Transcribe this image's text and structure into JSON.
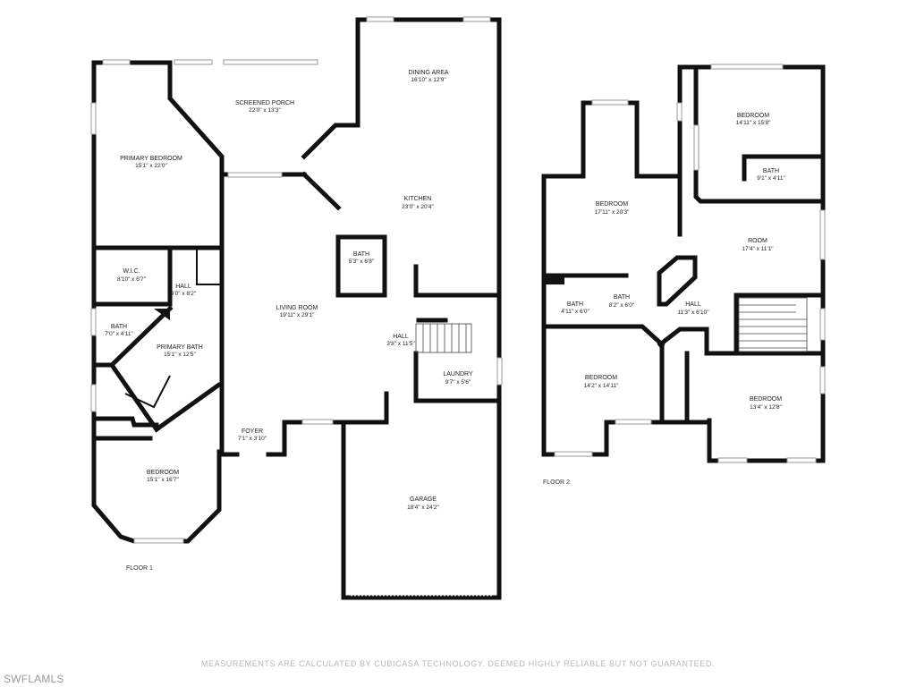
{
  "floors": [
    {
      "label": "FLOOR 1",
      "rooms": [
        {
          "id": "screened-porch",
          "name": "SCREENED PORCH",
          "dims": "22'0\" x 13'3\""
        },
        {
          "id": "dining-area",
          "name": "DINING AREA",
          "dims": "16'10\" x 12'9\""
        },
        {
          "id": "primary-bedroom",
          "name": "PRIMARY BEDROOM",
          "dims": "15'1\" x 22'0\""
        },
        {
          "id": "kitchen",
          "name": "KITCHEN",
          "dims": "23'0\" x 20'4\""
        },
        {
          "id": "bath-5-3",
          "name": "BATH",
          "dims": "5'3\" x 6'8\""
        },
        {
          "id": "wic",
          "name": "W.I.C.",
          "dims": "8'10\" x 6'7\""
        },
        {
          "id": "hall-6-0",
          "name": "HALL",
          "dims": "6'0\" x 8'2\""
        },
        {
          "id": "living-room",
          "name": "LIVING ROOM",
          "dims": "19'11\" x 29'1\""
        },
        {
          "id": "bath-7-0",
          "name": "BATH",
          "dims": "7'0\" x 4'11\""
        },
        {
          "id": "primary-bath",
          "name": "PRIMARY BATH",
          "dims": "15'1\" x 12'5\""
        },
        {
          "id": "hall-3-8",
          "name": "HALL",
          "dims": "3'8\" x 11'5\""
        },
        {
          "id": "laundry",
          "name": "LAUNDRY",
          "dims": "9'7\" x 5'6\""
        },
        {
          "id": "foyer",
          "name": "FOYER",
          "dims": "7'1\" x 3'10\""
        },
        {
          "id": "bedroom-15-1",
          "name": "BEDROOM",
          "dims": "15'1\" x 16'7\""
        },
        {
          "id": "garage",
          "name": "GARAGE",
          "dims": "18'4\" x 24'2\""
        }
      ]
    },
    {
      "label": "FLOOR 2",
      "rooms": [
        {
          "id": "bedroom-14-11",
          "name": "BEDROOM",
          "dims": "14'11\" x 15'8\""
        },
        {
          "id": "bath-9-1",
          "name": "BATH",
          "dims": "9'1\" x 4'11\""
        },
        {
          "id": "bedroom-17-11",
          "name": "BEDROOM",
          "dims": "17'11\" x 20'3\""
        },
        {
          "id": "room-17-4",
          "name": "ROOM",
          "dims": "17'4\" x 11'1\""
        },
        {
          "id": "bath-4-11",
          "name": "BATH",
          "dims": "4'11\" x 6'0\""
        },
        {
          "id": "bath-8-2",
          "name": "BATH",
          "dims": "8'2\" x 6'0\""
        },
        {
          "id": "hall-11-3",
          "name": "HALL",
          "dims": "11'3\" x 6'10\""
        },
        {
          "id": "bedroom-14-2",
          "name": "BEDROOM",
          "dims": "14'2\" x 14'11\""
        },
        {
          "id": "bedroom-13-4",
          "name": "BEDROOM",
          "dims": "13'4\" x 12'8\""
        }
      ]
    }
  ],
  "disclaimer": "MEASUREMENTS ARE CALCULATED BY CUBICASA TECHNOLOGY. DEEMED HIGHLY RELIABLE BUT NOT GUARANTEED.",
  "watermark": "SWFLAMLS"
}
